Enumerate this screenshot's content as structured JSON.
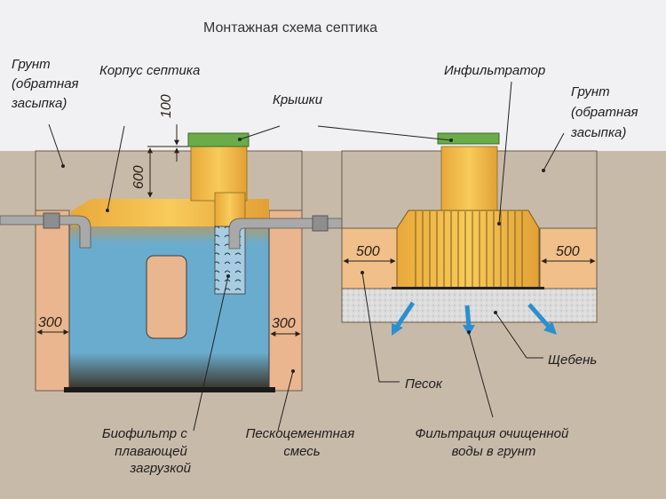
{
  "title": "Монтажная схема септика",
  "labels": {
    "soil_left": [
      "Грунт",
      "(обратная",
      "засыпка)"
    ],
    "soil_right": [
      "Грунт",
      "(обратная",
      "засыпка)"
    ],
    "tank_body": "Корпус септика",
    "lids": "Крышки",
    "infiltrator": "Инфильтратор",
    "gravel": "Щебень",
    "sand": "Песок",
    "biofilter": [
      "Биофильтр с",
      "плавающей",
      "загрузкой"
    ],
    "sand_cement": [
      "Пескоцементная",
      "смесь"
    ],
    "filtration": [
      "Фильтрация очищенной",
      "воды в грунт"
    ]
  },
  "dimensions": {
    "lid_above_ground": "100",
    "depth_to_tank": "600",
    "side_left": "300",
    "side_right": "300",
    "infiltrator_left": "500",
    "infiltrator_right": "500"
  },
  "colors": {
    "sky": "#f1f1f3",
    "ground": "#c8baa9",
    "sand": "#e9b68f",
    "tank_yellow": "#f3bf4c",
    "lid_green": "#6aab4a",
    "water_blue": "#6aaccd",
    "pipe_gray": "#a9a9a9",
    "gravel": "#dcdcdc",
    "arrow_blue": "#2a8fd0"
  }
}
